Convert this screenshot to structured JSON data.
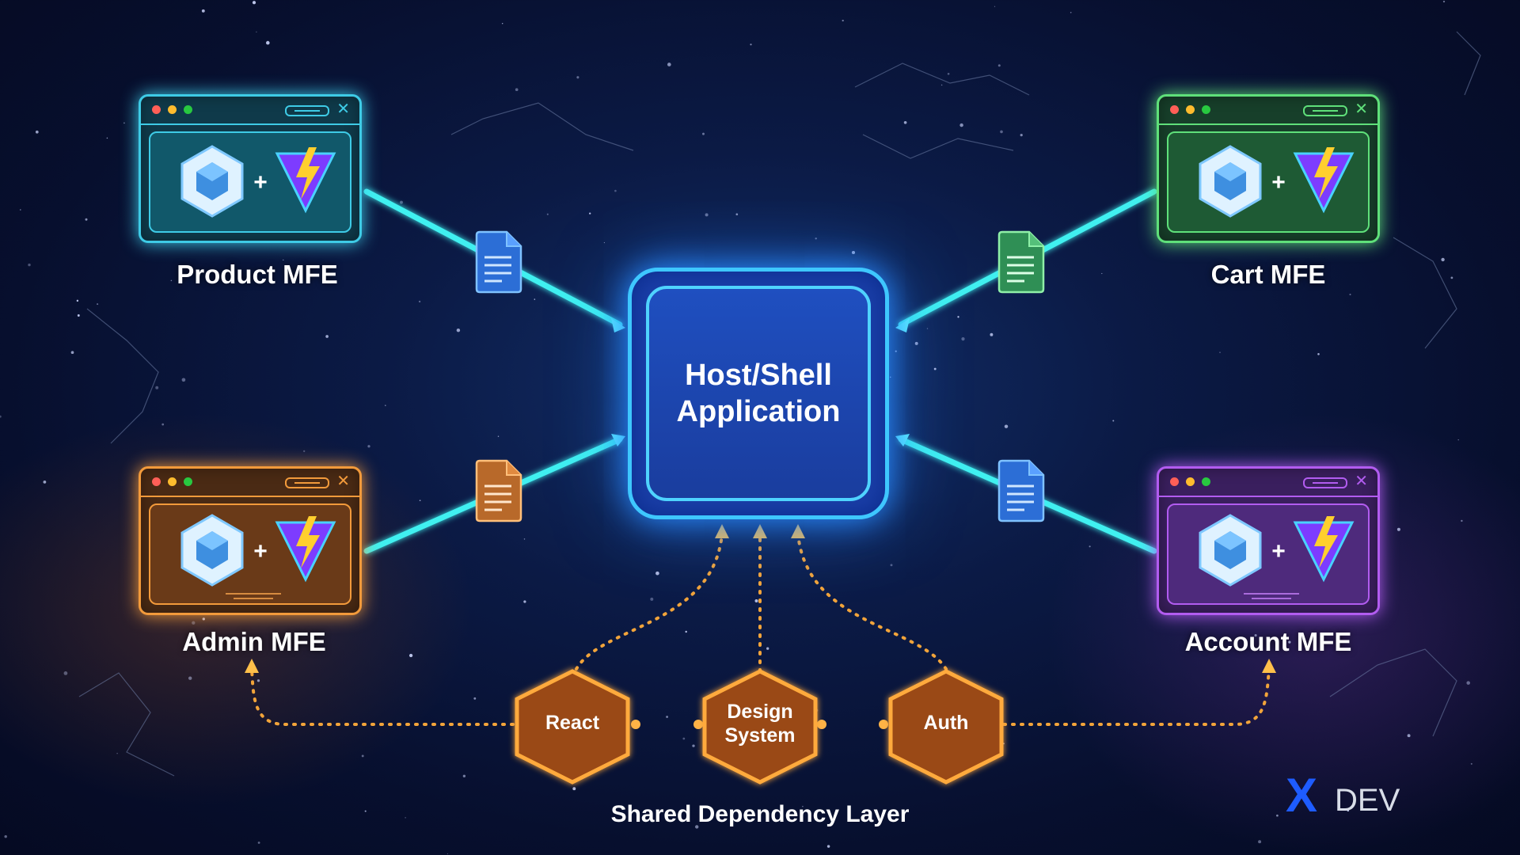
{
  "host": {
    "title_line1": "Host/Shell",
    "title_line2": "Application"
  },
  "mfes": [
    {
      "id": "product",
      "label": "Product MFE",
      "color": "#3ecbe6"
    },
    {
      "id": "cart",
      "label": "Cart MFE",
      "color": "#5fe07a"
    },
    {
      "id": "admin",
      "label": "Admin MFE",
      "color": "#f29a3b"
    },
    {
      "id": "account",
      "label": "Account MFE",
      "color": "#b25cf0"
    }
  ],
  "shared": {
    "title": "Shared Dependency Layer",
    "items": [
      {
        "label": "React"
      },
      {
        "label": "Design System"
      },
      {
        "label": "Auth"
      }
    ],
    "color": "#f29a2b"
  },
  "plus_sign": "+",
  "close_glyph": "✕",
  "icons": {
    "module": "cube-icon",
    "bundler": "lightning-icon",
    "doc": "document-icon"
  },
  "brand": {
    "mark": "X",
    "text": "DEV",
    "color": "#1e5cff"
  }
}
